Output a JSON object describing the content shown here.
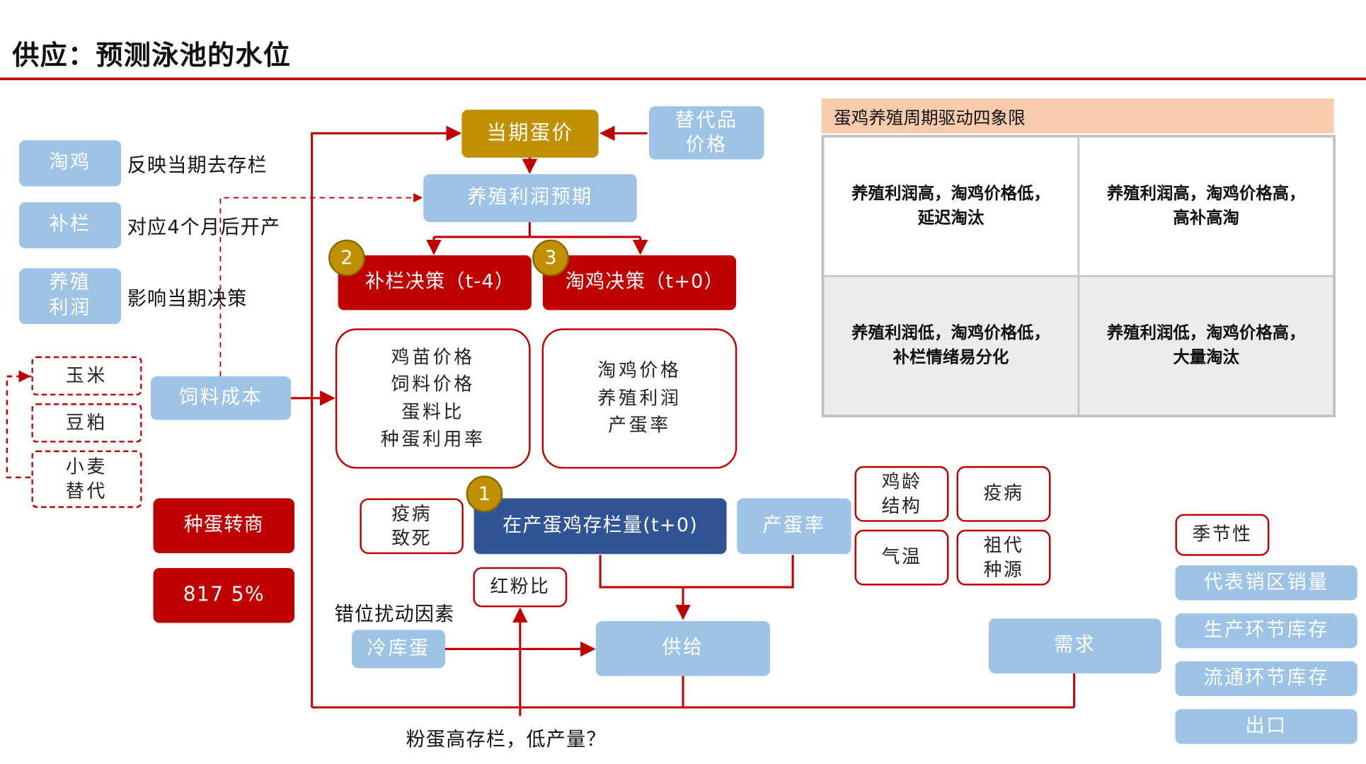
{
  "title": "供应：预测泳池的水位",
  "colors": {
    "red": "#c00000",
    "light_blue": "#9dc3e6",
    "gold": "#c09000",
    "navy": "#2f5597",
    "peach": "#f8cbad"
  },
  "legend": [
    {
      "tag": "淘鸡",
      "desc": "反映当期去存栏"
    },
    {
      "tag": "补栏",
      "desc": "对应4个月后开产"
    },
    {
      "tag": "养殖\n利润",
      "desc": "影响当期决策"
    }
  ],
  "nodes": {
    "egg_price": "当期蛋价",
    "substitute": "替代品\n价格",
    "profit_expect": "养殖利润预期",
    "restock_decision": "补栏决策（t-4）",
    "cull_decision": "淘鸡决策（t+0）",
    "restock_factors": "鸡苗价格\n饲料价格\n蛋料比\n种蛋利用率",
    "cull_factors": "淘鸡价格\n养殖利润\n产蛋率",
    "feed_cost": "饲料成本",
    "corn": "玉米",
    "soymeal": "豆粕",
    "wheat": "小麦\n替代",
    "breeding_egg": "种蛋转商",
    "value_box": "817 5%",
    "disease_death": "疫病\n致死",
    "layer_stock": "在产蛋鸡存栏量(t+0)",
    "laying_rate": "产蛋率",
    "hen_age": "鸡龄\n结构",
    "disease": "疫病",
    "temperature": "气温",
    "grand_stock": "祖代\n种源",
    "red_pink": "红粉比",
    "misalign": "错位扰动因素",
    "cold_egg": "冷库蛋",
    "supply": "供给",
    "demand": "需求",
    "question": "粉蛋高存栏，低产量？"
  },
  "badges": [
    "1",
    "2",
    "3"
  ],
  "demand_factors": [
    "季节性",
    "代表销区销量",
    "生产环节库存",
    "流通环节库存",
    "出口"
  ],
  "quadrant": {
    "title": "蛋鸡养殖周期驱动四象限",
    "cells": [
      "养殖利润高，淘鸡价格低，\n延迟淘汰",
      "养殖利润高，淘鸡价格高，\n高补高淘",
      "养殖利润低，淘鸡价格低，\n补栏情绪易分化",
      "养殖利润低，淘鸡价格高，\n大量淘汰"
    ]
  }
}
